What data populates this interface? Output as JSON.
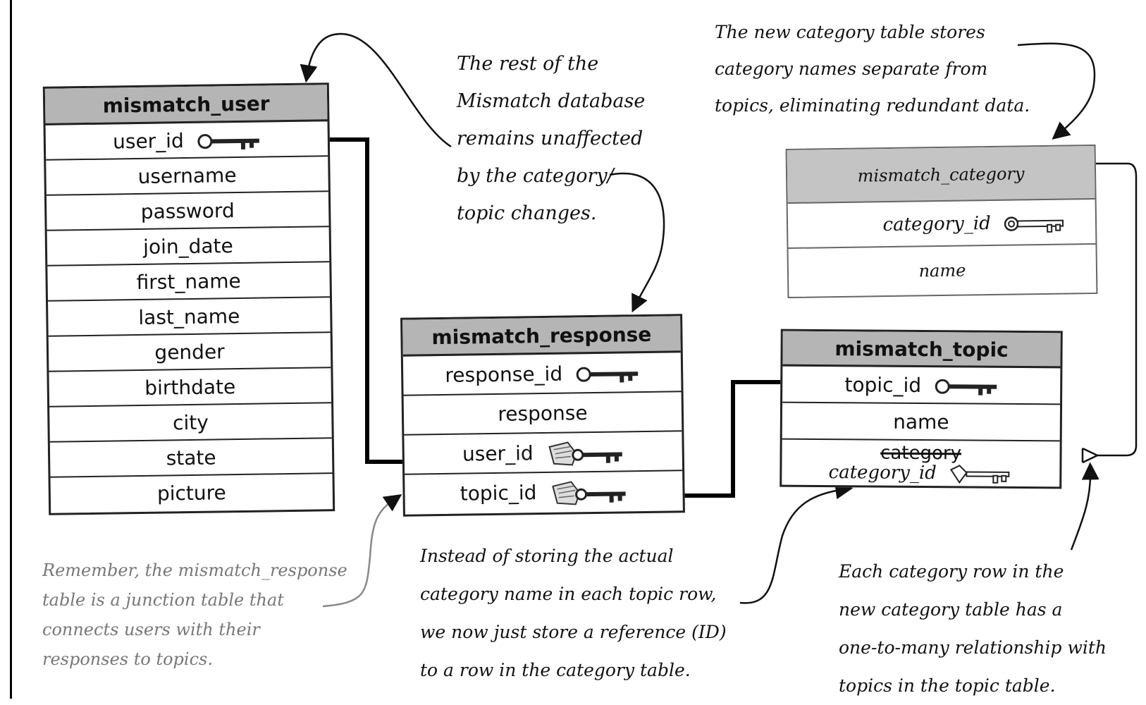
{
  "tables": {
    "user": {
      "title": "mismatch_user",
      "columns": [
        "user_id",
        "username",
        "password",
        "join_date",
        "first_name",
        "last_name",
        "gender",
        "birthdate",
        "city",
        "state",
        "picture"
      ]
    },
    "response": {
      "title": "mismatch_response",
      "columns": [
        "response_id",
        "response",
        "user_id",
        "topic_id"
      ]
    },
    "topic": {
      "title": "mismatch_topic",
      "columns": [
        "topic_id",
        "name"
      ],
      "struck_column": "category",
      "new_column": "category_id"
    },
    "category": {
      "title": "mismatch_category",
      "columns": [
        "category_id",
        "name"
      ]
    }
  },
  "notes": {
    "unaffected": [
      "The rest of the",
      "Mismatch database",
      "remains unaffected",
      "by the category/",
      "topic changes."
    ],
    "new_category": [
      "The new category table stores",
      "category names separate from",
      "topics, eliminating redundant data."
    ],
    "junction": [
      "Remember, the mismatch_response",
      "table is a junction table that",
      "connects users with their",
      "responses to topics."
    ],
    "reference": [
      "Instead of storing the actual",
      "category name in each topic row,",
      "we now just store a reference (ID)",
      "to a row in the category table."
    ],
    "one_to_many": [
      "Each category row in the",
      "new category table has a",
      "one-to-many relationship with",
      "topics in the topic table."
    ]
  },
  "icons": {
    "primary_key": "key-icon",
    "foreign_key": "foreign-key-icon"
  },
  "colors": {
    "header_bg": "#b5b5b5",
    "category_header_bg": "#c4c4c4",
    "gray_note": "#777777"
  }
}
